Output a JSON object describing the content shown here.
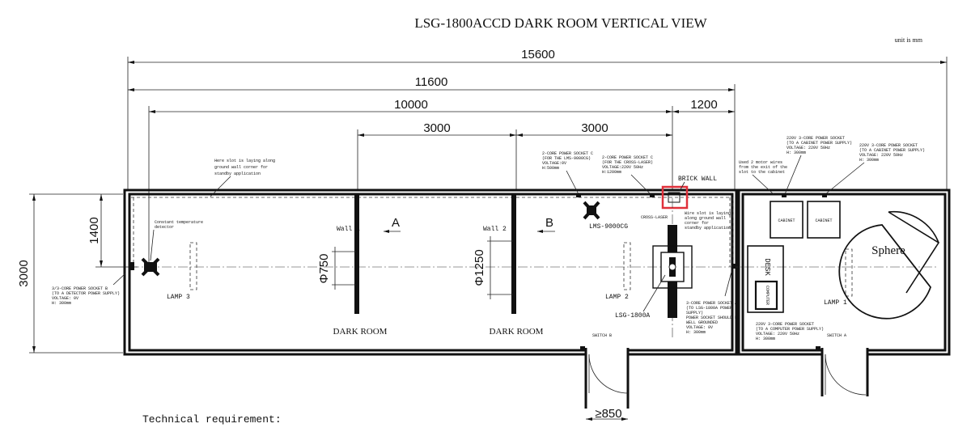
{
  "title": "LSG-1800ACCD DARK ROOM VERTICAL VIEW",
  "unit_note": "unit is mm",
  "dimensions": {
    "total": "15600",
    "d11600": "11600",
    "d10000": "10000",
    "d1200": "1200",
    "d3000a": "3000",
    "d3000b": "3000",
    "height": "3000",
    "d1400": "1400",
    "phi750": "Φ750",
    "phi1250": "Φ1250",
    "door": "≥850"
  },
  "labels": {
    "slot_note": [
      "Here slot is laying along",
      "ground wall corner for",
      "standby application"
    ],
    "temp_detector": [
      "Constant temperature",
      "detector"
    ],
    "socket_b": [
      "3/3-CORE  POWER SOCKET B",
      "(TO A DETECTOR POWER SUPPLY)",
      "VOLTAGE: 0V",
      "H: 300mm"
    ],
    "lamp3": "LAMP 3",
    "lamp2": "LAMP 2",
    "lamp1": "LAMP 1",
    "wall1": "Wall 1",
    "wall2": "Wall 2",
    "arrow_a": "A",
    "arrow_b": "B",
    "dark_room_1": "DARK ROOM",
    "dark_room_2": "DARK ROOM",
    "socket_c1": [
      "2-CORE POWER SOCKET C",
      "(FOR THE LMS-9000CG)",
      "VOLTAGE:0V",
      "H:500mm"
    ],
    "socket_c2": [
      "2-CORE POWER SOCKET C",
      "(FOR THE CROSS-LASER)",
      "VOLTAGE:220V  50Hz",
      "H:1200mm"
    ],
    "lms": "LMS-9000CG",
    "cross_laser": "CROSS-LASER",
    "brick_wall": "BRICK WALL",
    "lsg": "LSG-1800A",
    "wire_slot": [
      "Wire slot is laying",
      "along ground wall",
      "corner for",
      "standby application"
    ],
    "socket_a": [
      "3-CORE POWER SOCKET A",
      "(TO LSG-1800A POWER",
      "SUPPLY)",
      "POWER SOCKET SHOULD BE",
      "WELL GROUNDED",
      "VOLTAGE: 0V",
      "H: 300mm"
    ],
    "switch_b": "SWITCH B",
    "switch_a": "SWITCH A",
    "motor_wires": [
      "Used 2 motor wires",
      "from the exit of the",
      "slot to the cabinet"
    ],
    "socket_cab1": [
      "220V 3-CORE POWER SOCKET",
      "(TO A CABINET POWER SUPPLY)",
      "VOLTAGE: 220V  50Hz",
      "H: 300mm"
    ],
    "socket_cab2": [
      "220V 3-CORE POWER SOCKET",
      "(TO A CABINET POWER SUPPLY)",
      "VOLTAGE: 220V  50Hz",
      "H: 300mm"
    ],
    "cabinet1": "CABINET",
    "cabinet2": "CABINET",
    "desk": "DESK",
    "computer": "COMPUTER",
    "socket_pc": [
      "220V 3-CORE POWER SOCKET",
      "(TO A COMPUTER POWER SUPPLY)",
      "VOLTAGE: 220V  50Hz",
      "H: 300mm"
    ],
    "sphere": "Sphere",
    "tech_req": "Technical requirement:"
  },
  "colors": {
    "line": "#111111",
    "highlight": "#e0303a"
  }
}
